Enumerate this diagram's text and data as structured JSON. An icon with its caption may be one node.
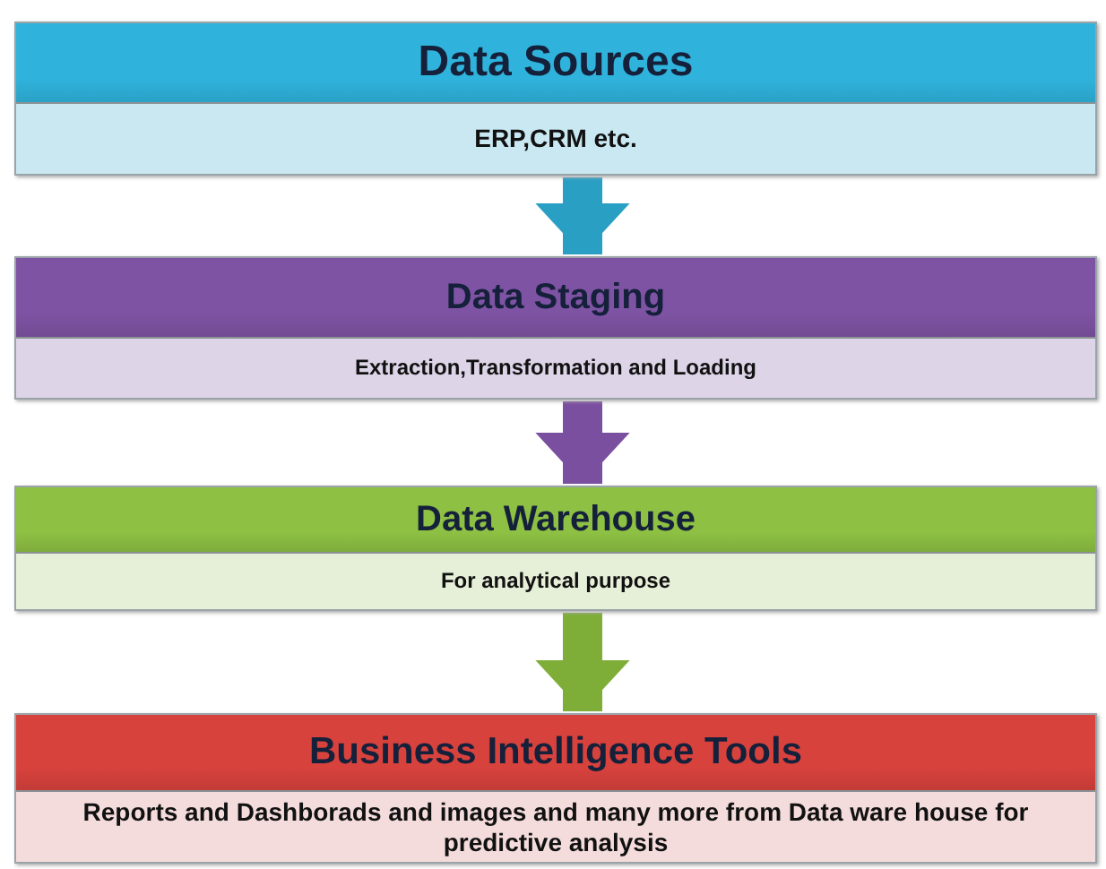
{
  "diagram": {
    "nodes": [
      {
        "text": [
          "Data Sources",
          "ERP,CRM etc."
        ]
      },
      {
        "text": [
          "Data Staging",
          "Extraction,Transformation  and Loading"
        ]
      },
      {
        "text": [
          "Data Warehouse",
          "For analytical purpose"
        ]
      },
      {
        "text": [
          "Business Intelligence Tools",
          "Reports and Dashborads and images and many more  from Data ware house for predictive analysis"
        ]
      }
    ],
    "edges": [
      {
        "from": 0,
        "to": 1,
        "arrow": "to",
        "color": "#2a9fc4"
      },
      {
        "from": 1,
        "to": 2,
        "arrow": "to",
        "color": "#7b4fa0"
      },
      {
        "from": 2,
        "to": 3,
        "arrow": "to",
        "color": "#7fae38"
      }
    ]
  }
}
